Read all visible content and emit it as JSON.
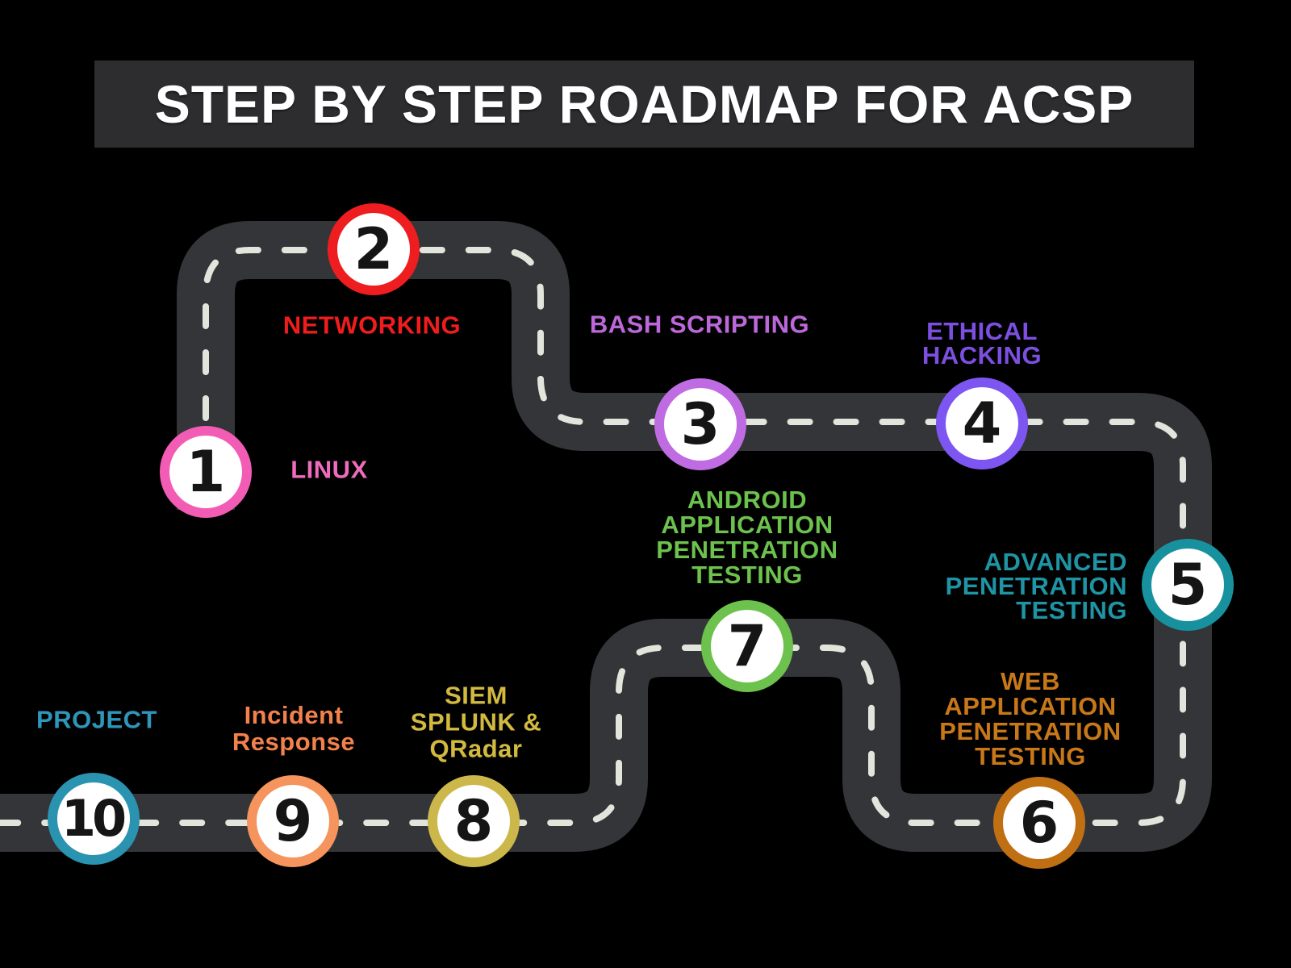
{
  "title": "STEP BY STEP ROADMAP FOR ACSP",
  "background_color": "#000000",
  "banner_color": "#2d2d30",
  "road": {
    "color": "#343539",
    "dash_color": "#e1e5db"
  },
  "steps": [
    {
      "number": "1",
      "lines": [
        "LINUX"
      ],
      "ring_color": "#f35cb5",
      "label_color": "#ee6cbd"
    },
    {
      "number": "2",
      "lines": [
        "NETWORKING"
      ],
      "ring_color": "#ee1d20",
      "label_color": "#f01d1d"
    },
    {
      "number": "3",
      "lines": [
        "BASH SCRIPTING"
      ],
      "ring_color": "#bf6ce2",
      "label_color": "#bd68da"
    },
    {
      "number": "4",
      "lines": [
        "ETHICAL",
        "HACKING"
      ],
      "ring_color": "#7d55f0",
      "label_color": "#7c4fe0"
    },
    {
      "number": "5",
      "lines": [
        "ADVANCED",
        "PENETRATION",
        "TESTING"
      ],
      "ring_color": "#18919e",
      "label_color": "#1e94a4"
    },
    {
      "number": "6",
      "lines": [
        "WEB",
        "APPLICATION",
        "PENETRATION",
        "TESTING"
      ],
      "ring_color": "#c06f12",
      "label_color": "#c87818"
    },
    {
      "number": "7",
      "lines": [
        "ANDROID",
        "APPLICATION",
        "PENETRATION",
        "TESTING"
      ],
      "ring_color": "#6cc24d",
      "label_color": "#6cc24d"
    },
    {
      "number": "8",
      "lines": [
        "SIEM",
        "SPLUNK &",
        "QRadar"
      ],
      "ring_color": "#ccb84a",
      "label_color": "#d2b93f"
    },
    {
      "number": "9",
      "lines": [
        "Incident",
        "Response"
      ],
      "ring_color": "#f5945c",
      "label_color": "#f2814b"
    },
    {
      "number": "10",
      "lines": [
        "PROJECT"
      ],
      "ring_color": "#2a93b0",
      "label_color": "#2e96ba"
    }
  ]
}
